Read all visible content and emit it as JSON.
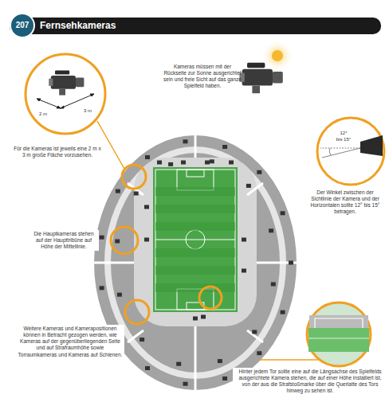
{
  "diagram": {
    "title": "Fernsehkameras",
    "labels": [
      "207",
      "Kameras müssen mit der Rückseite zur Sonne ausgerichtet sein und freie Sicht auf das ganze Spielfeld haben.",
      "2 m",
      "3 m",
      "Für die Kameras ist jeweils eine 2 m x 3 m große Fläche vorzusehen.",
      "12°",
      "bis 15°",
      "Der Winkel zwischen der Sichtlinie der Kamera und der Horizontalen sollte 12° bis 15° betragen.",
      "Die Hauptkameras stehen auf der Haupttribüne auf Höhe der Mittellinie.",
      "Weitere Kameras und Kamerapositionen können in Betracht gezogen werden, wie Kameras auf der gegenüberliegenden Seite und auf Strafraumhöhe sowie Torraumkameras und Kameras auf Schienen.",
      "Hinter jedem Tor sollte eine auf die Längsachse des Spielfelds ausgerichtete Kamera stehen, die auf einer Höhe installiert ist, von der aus die Strafstoßmarke über die Querlatte des Tors hinweg zu sehen ist."
    ]
  }
}
